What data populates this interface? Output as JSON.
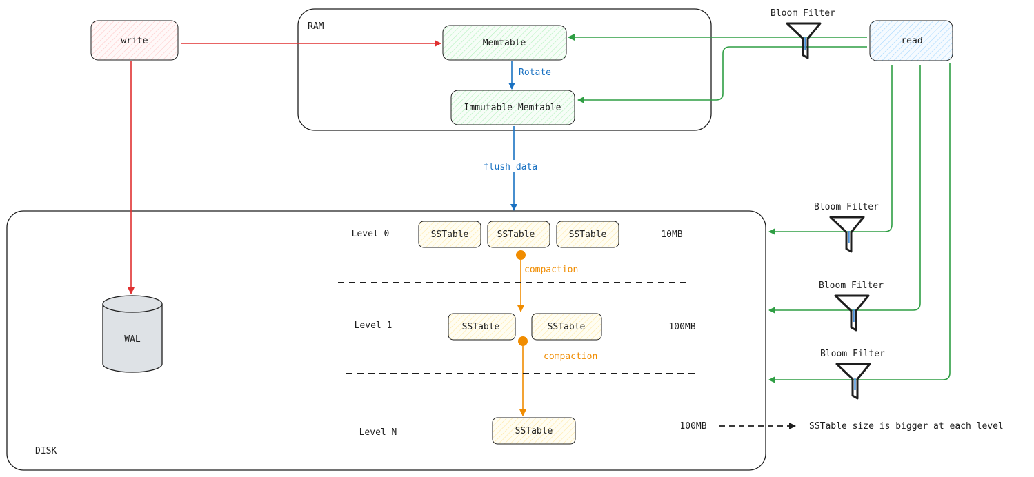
{
  "colors": {
    "write_arrow": "#e03131",
    "read_arrow": "#2f9e44",
    "flow_arrow": "#1971c2",
    "compaction": "#f08c00",
    "write_fill": "#ffe3e3",
    "memtable_fill": "#d3f9d8",
    "read_fill": "#d0ebff",
    "sstable_fill": "#fff3bf",
    "wal_fill": "#dee2e6"
  },
  "icons": {
    "bloom_filter": "funnel-icon",
    "wal": "database-cylinder-icon"
  },
  "nodes": {
    "write": "write",
    "read": "read",
    "memtable": "Memtable",
    "immutable_memtable": "Immutable Memtable",
    "wal": "WAL"
  },
  "containers": {
    "ram": "RAM",
    "disk": "DISK"
  },
  "edges": {
    "rotate": "Rotate",
    "flush": "flush data"
  },
  "bloom_filter_label": "Bloom Filter",
  "levels": [
    {
      "name": "Level 0",
      "size": "10MB",
      "sstables": [
        "SSTable",
        "SSTable",
        "SSTable"
      ]
    },
    {
      "name": "Level 1",
      "size": "100MB",
      "sstables": [
        "SSTable",
        "SSTable"
      ]
    },
    {
      "name": "Level N",
      "size": "100MB",
      "sstables": [
        "SSTable"
      ]
    }
  ],
  "compaction_label": "compaction",
  "note": "SSTable size is bigger at each level"
}
